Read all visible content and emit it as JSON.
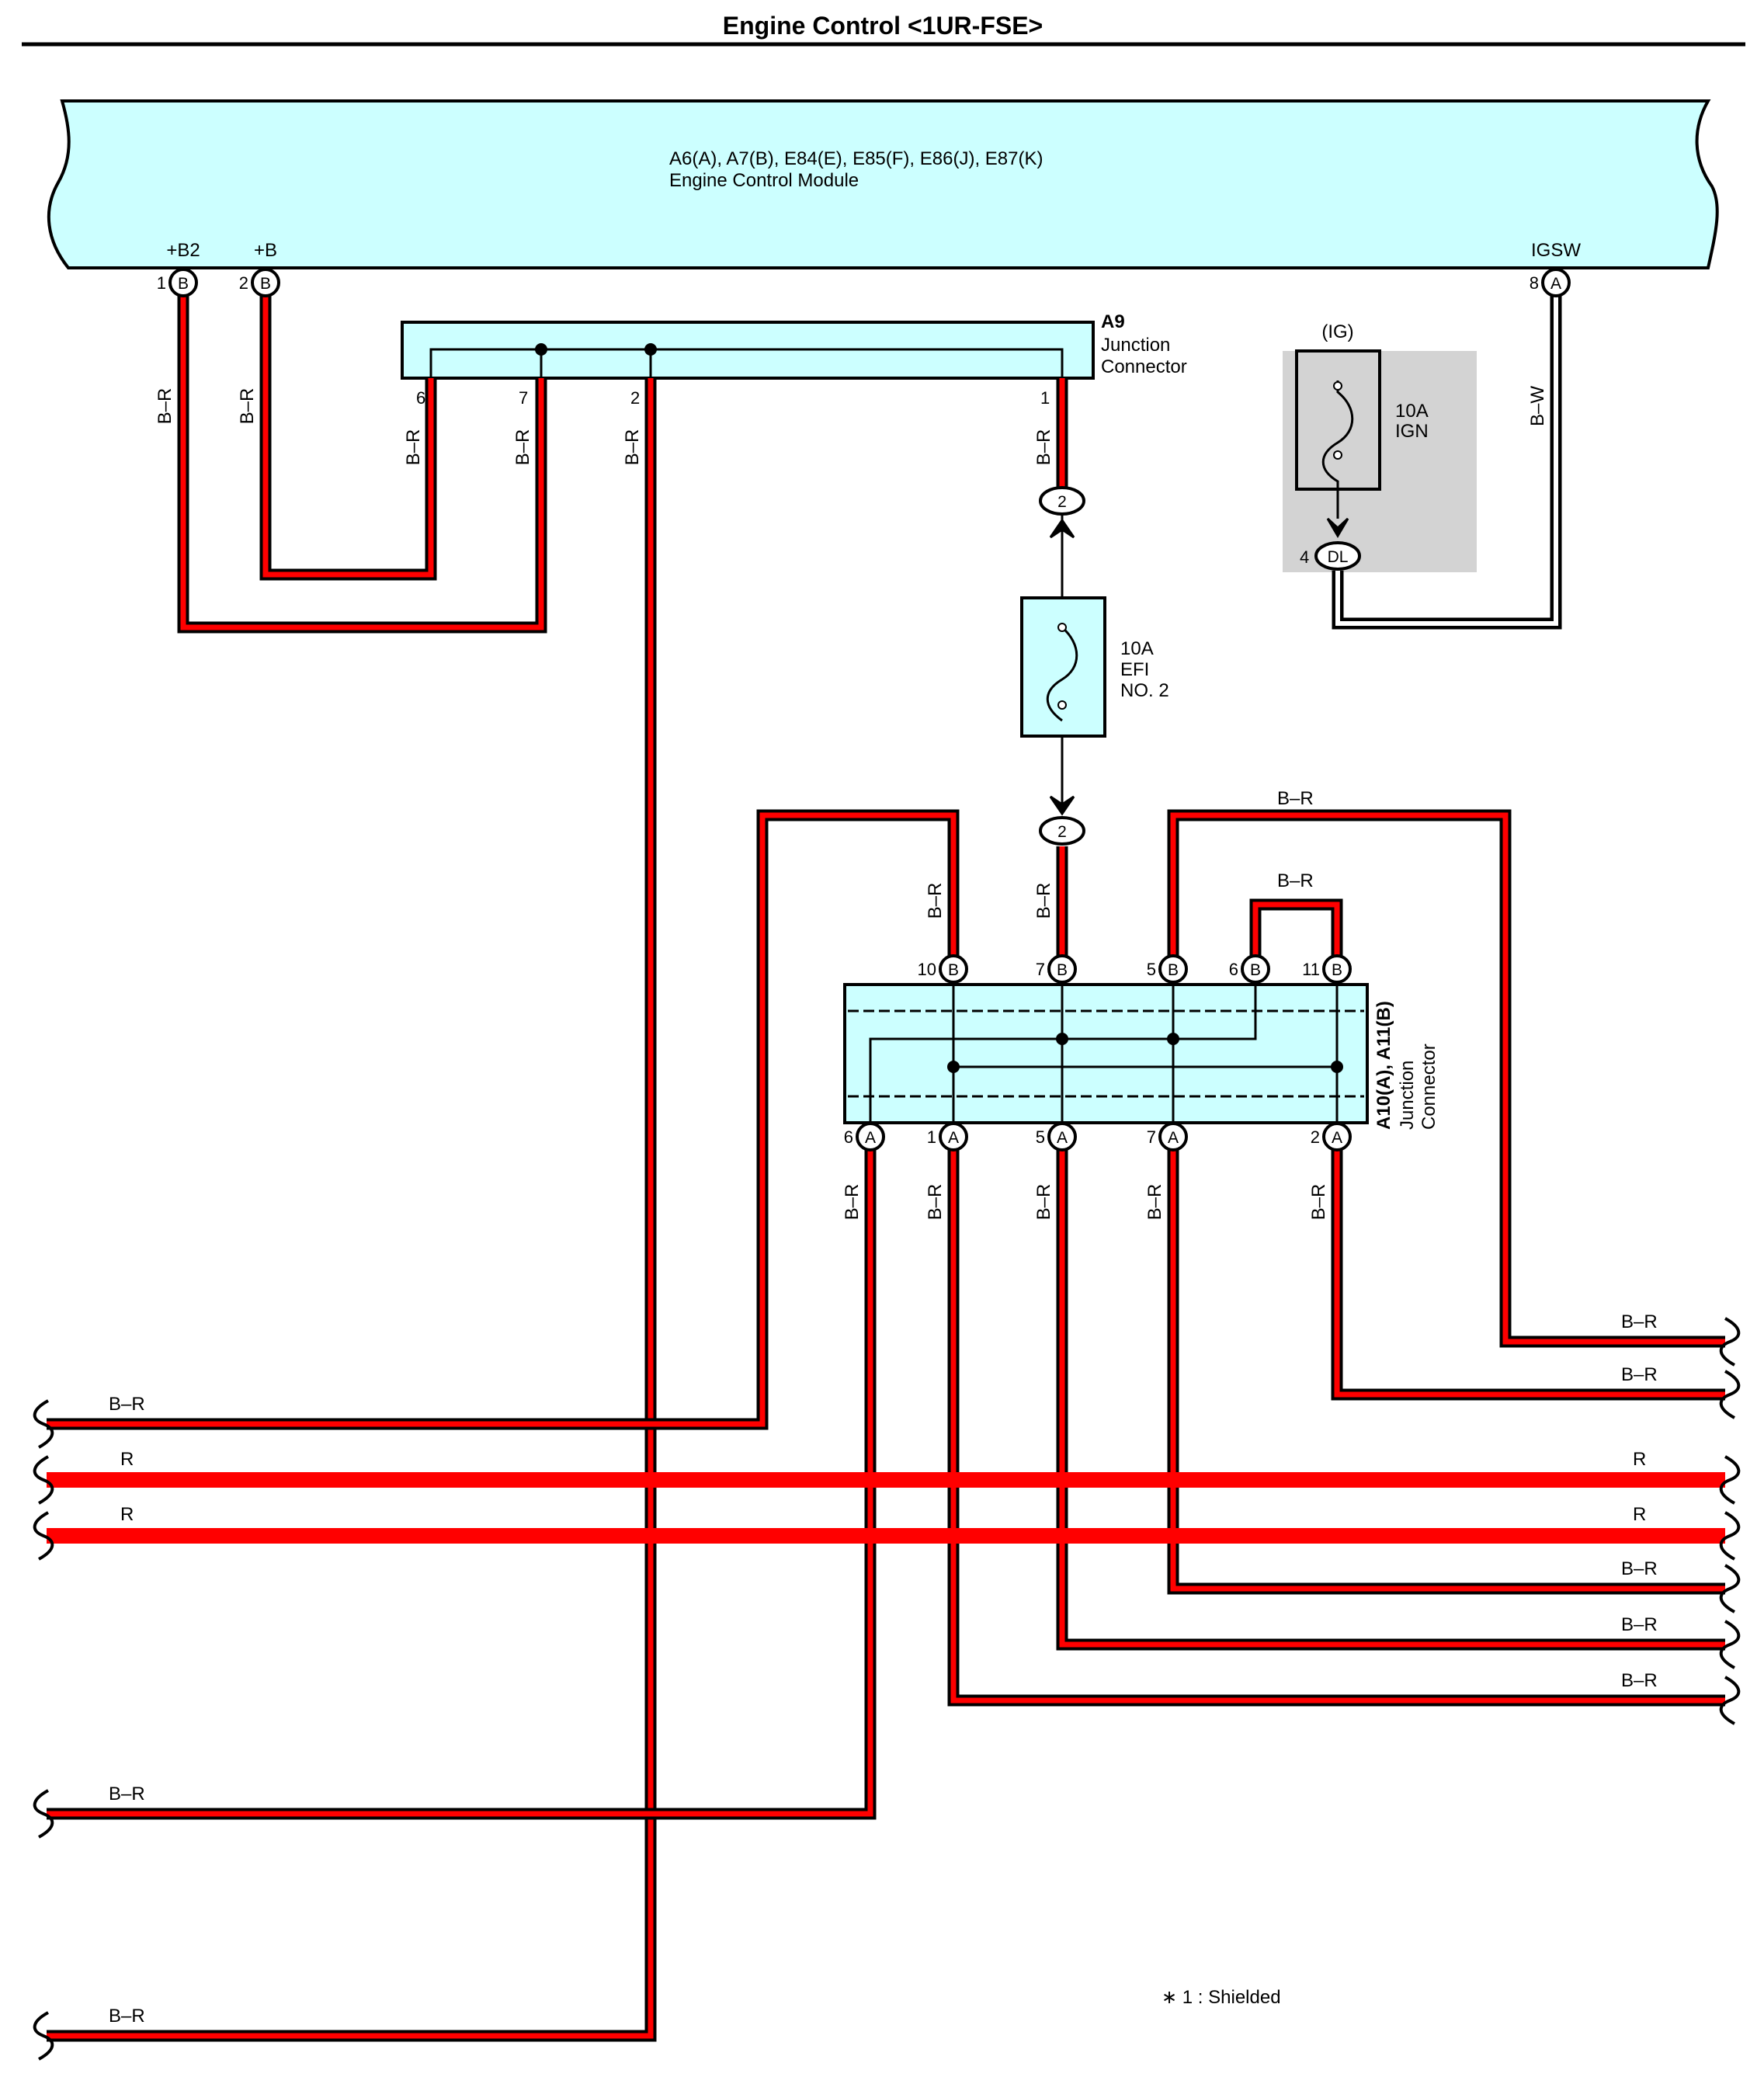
{
  "title": "Engine Control <1UR-FSE>",
  "ecm": {
    "connectors": "A6(A), A7(B), E84(E), E85(F), E86(J), E87(K)",
    "name": "Engine Control Module",
    "terminals": [
      {
        "name": "+B2",
        "pin": "1",
        "conn": "B"
      },
      {
        "name": "+B",
        "pin": "2",
        "conn": "B"
      },
      {
        "name": "IGSW",
        "pin": "8",
        "conn": "A"
      }
    ]
  },
  "j_a9": {
    "code": "A9",
    "name_line1": "Junction",
    "name_line2": "Connector",
    "pins": [
      "6",
      "7",
      "2",
      "1"
    ]
  },
  "j_a10": {
    "code": "A10(A), A11(B)",
    "name_line1": "Junction",
    "name_line2": "Connector",
    "top_pins": [
      {
        "pin": "10",
        "conn": "B"
      },
      {
        "pin": "7",
        "conn": "B"
      },
      {
        "pin": "5",
        "conn": "B"
      },
      {
        "pin": "6",
        "conn": "B"
      },
      {
        "pin": "11",
        "conn": "B"
      }
    ],
    "bottom_pins": [
      {
        "pin": "6",
        "conn": "A"
      },
      {
        "pin": "1",
        "conn": "A"
      },
      {
        "pin": "5",
        "conn": "A"
      },
      {
        "pin": "7",
        "conn": "A"
      },
      {
        "pin": "2",
        "conn": "A"
      }
    ]
  },
  "fuse_efi": {
    "rating": "10A",
    "line1": "EFI",
    "line2": "NO. 2",
    "conn_pin": "2"
  },
  "fuse_ign": {
    "group": "(IG)",
    "rating": "10A",
    "name": "IGN",
    "conn": "DL",
    "pin": "4"
  },
  "wire_colors": {
    "br": "B–R",
    "bw": "B–W",
    "r": "R"
  },
  "note": "∗ 1 : Shielded",
  "colors": {
    "ecm_fill": "#ccffff",
    "red": "#ff0000",
    "black": "#000000",
    "gray": "#d3d3d3"
  }
}
